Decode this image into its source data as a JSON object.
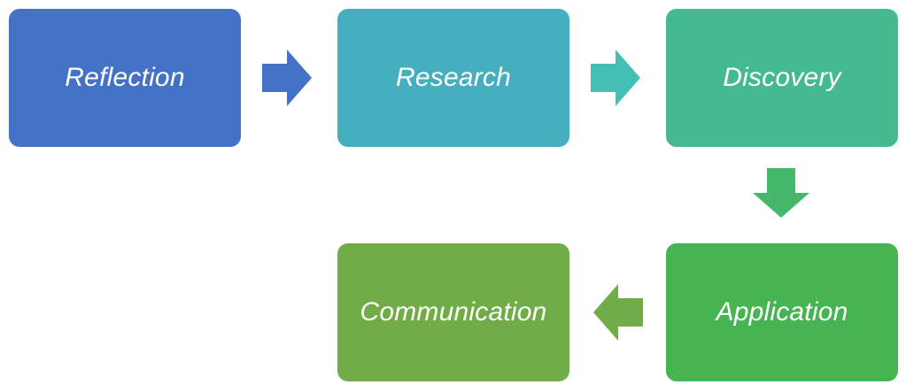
{
  "nodes": [
    {
      "label": "Reflection",
      "color": "#4472C4"
    },
    {
      "label": "Research",
      "color": "#45AFC0"
    },
    {
      "label": "Discovery",
      "color": "#45BA8F"
    },
    {
      "label": "Application",
      "color": "#47B452"
    },
    {
      "label": "Communication",
      "color": "#70AD47"
    }
  ],
  "arrows": [
    {
      "from": "Reflection",
      "to": "Research",
      "direction": "right",
      "color": "#4472C4"
    },
    {
      "from": "Research",
      "to": "Discovery",
      "direction": "right",
      "color": "#45BFB4"
    },
    {
      "from": "Discovery",
      "to": "Application",
      "direction": "down",
      "color": "#45B86A"
    },
    {
      "from": "Application",
      "to": "Communication",
      "direction": "left",
      "color": "#70AD47"
    }
  ]
}
